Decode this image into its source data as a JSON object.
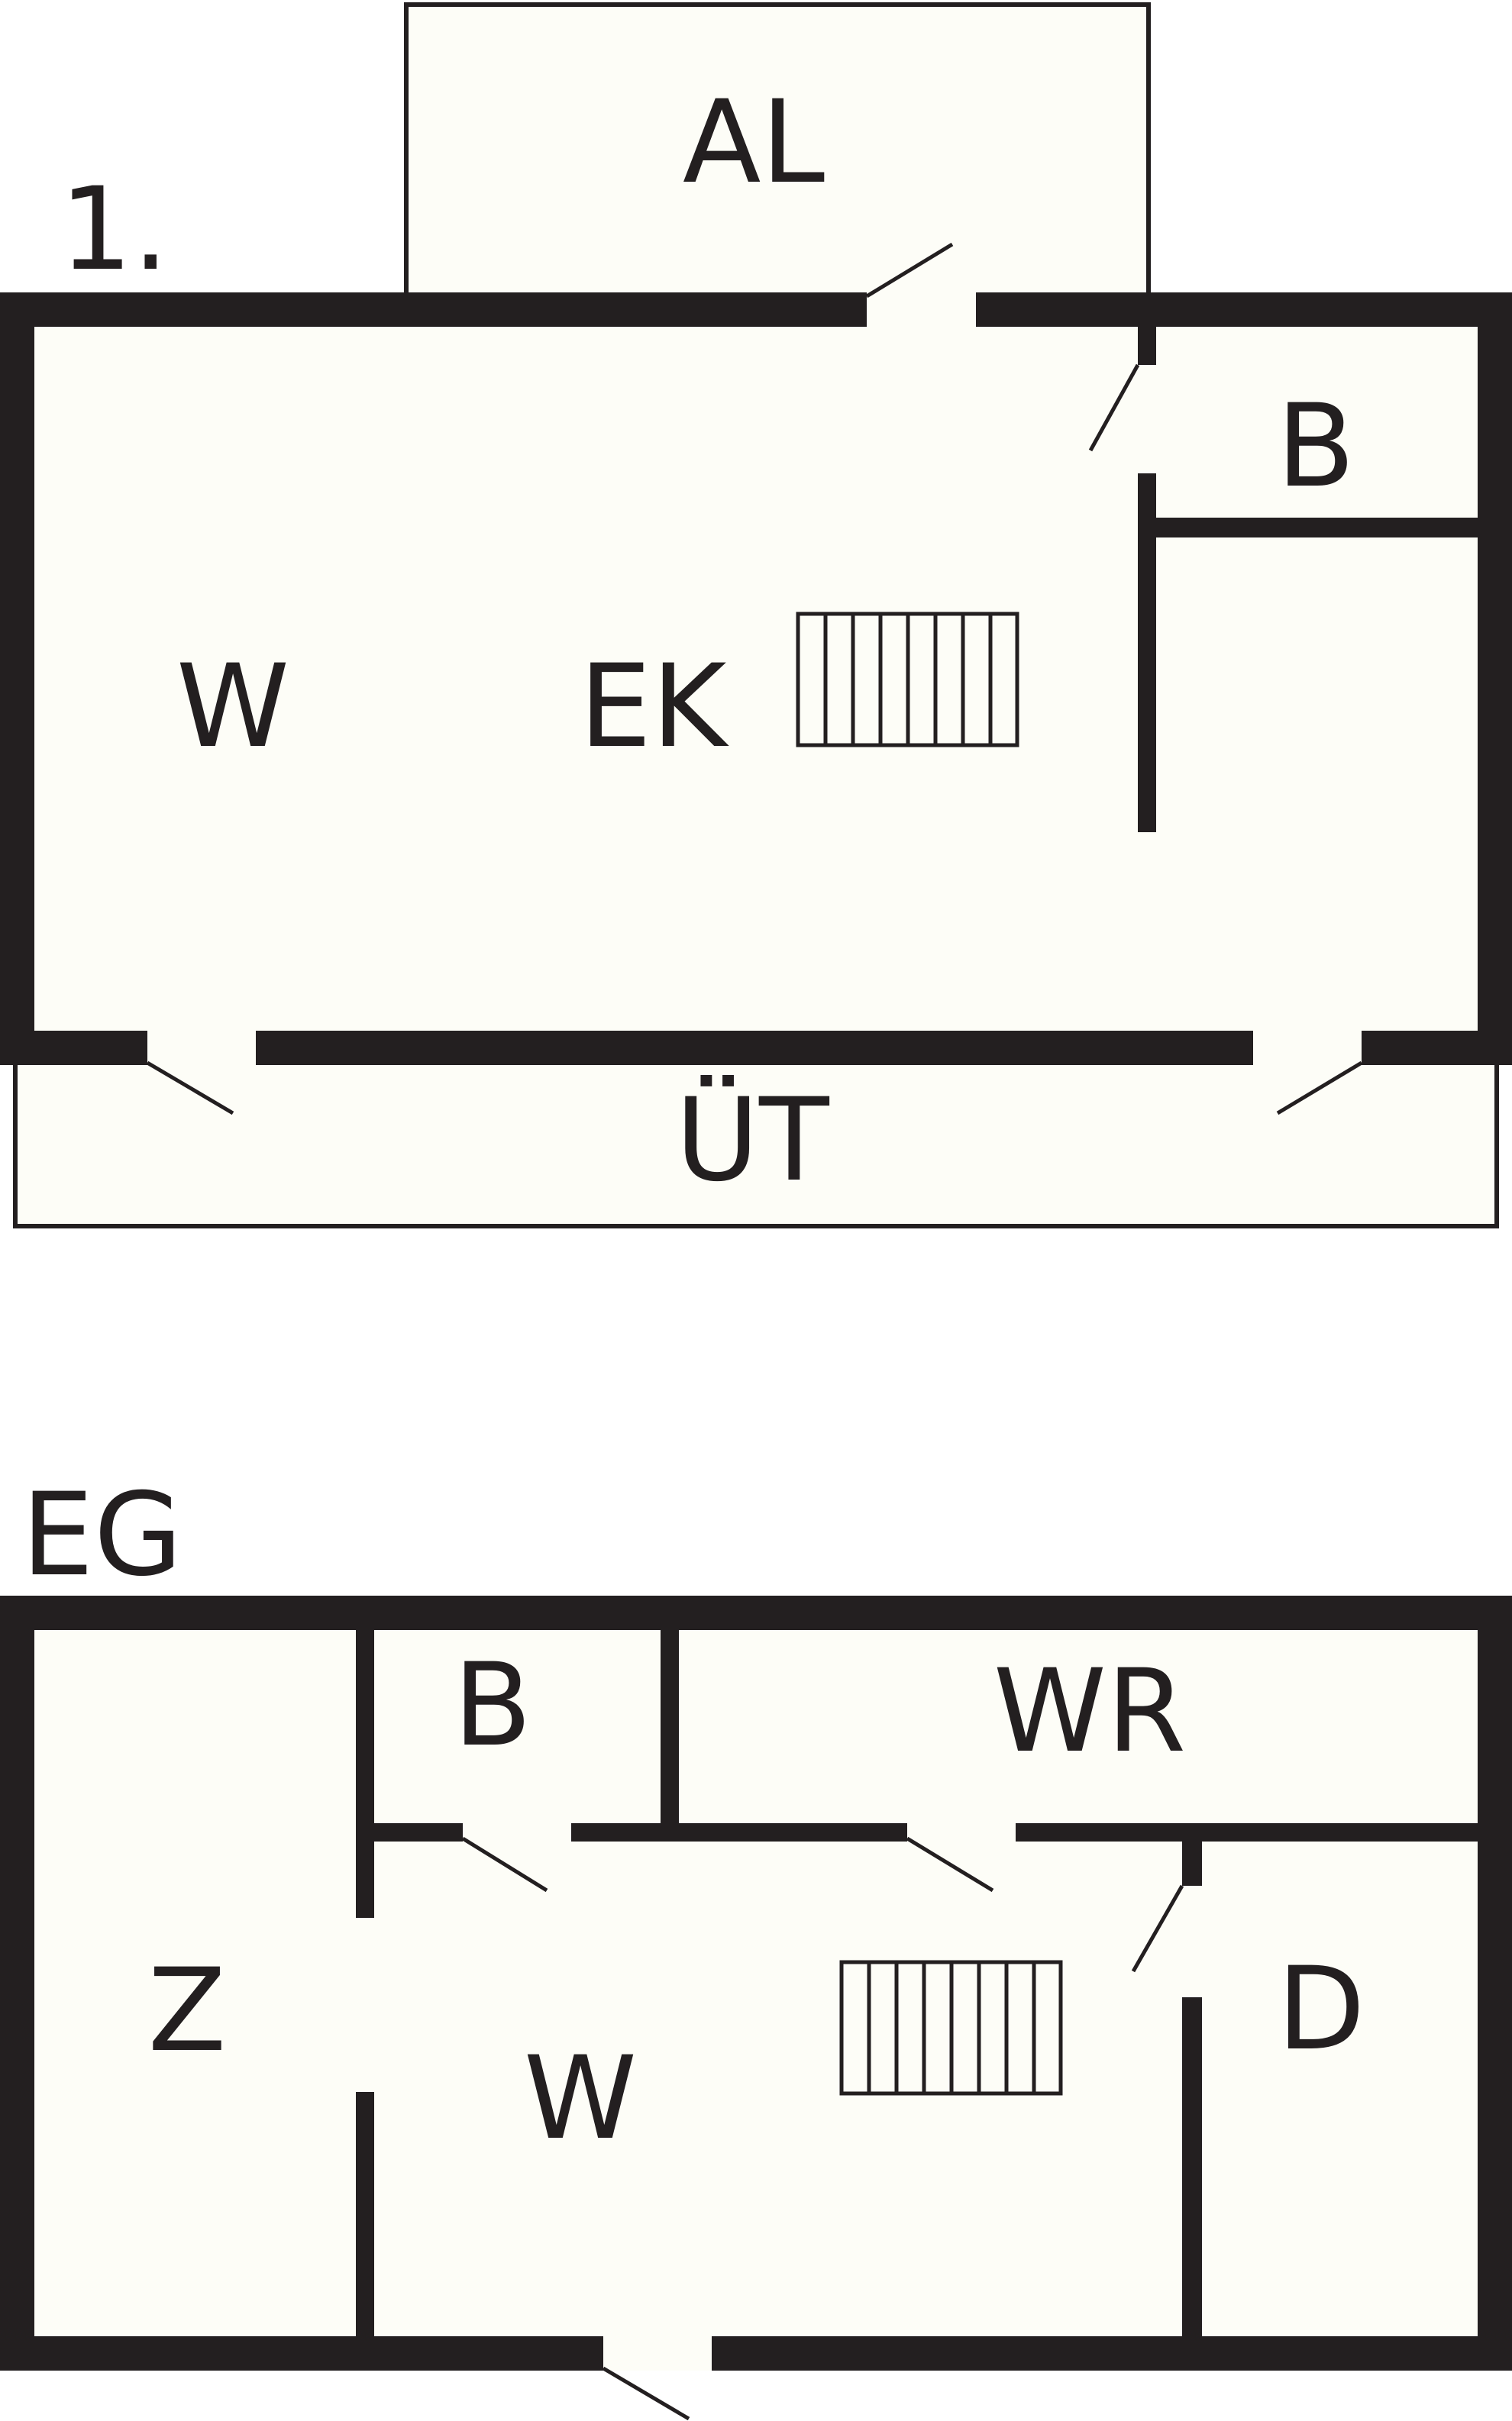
{
  "colors": {
    "wall": "#231f20",
    "floor": "#fdfdf7",
    "background": "#ffffff"
  },
  "floors": [
    {
      "label": "1.",
      "rooms": [
        {
          "id": "al",
          "label": "AL"
        },
        {
          "id": "b",
          "label": "B"
        },
        {
          "id": "w",
          "label": "W"
        },
        {
          "id": "ek",
          "label": "EK"
        },
        {
          "id": "ut",
          "label": "ÜT"
        }
      ]
    },
    {
      "label": "EG",
      "rooms": [
        {
          "id": "b",
          "label": "B"
        },
        {
          "id": "wr",
          "label": "WR"
        },
        {
          "id": "z",
          "label": "Z"
        },
        {
          "id": "w",
          "label": "W"
        },
        {
          "id": "d",
          "label": "D"
        }
      ]
    }
  ]
}
